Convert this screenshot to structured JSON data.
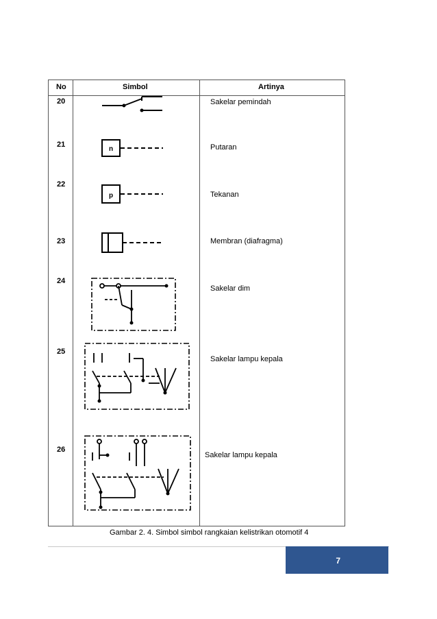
{
  "table": {
    "headers": {
      "no": "No",
      "simbol": "Simbol",
      "artinya": "Artinya"
    },
    "rows": [
      {
        "no": "20",
        "artinya": "Sakelar pemindah",
        "symbol_letter": ""
      },
      {
        "no": "21",
        "artinya": "Putaran",
        "symbol_letter": "n"
      },
      {
        "no": "22",
        "artinya": "Tekanan",
        "symbol_letter": "p"
      },
      {
        "no": "23",
        "artinya": "Membran (diafragma)",
        "symbol_letter": ""
      },
      {
        "no": "24",
        "artinya": "Sakelar dim",
        "symbol_letter": ""
      },
      {
        "no": "25",
        "artinya": "Sakelar lampu kepala",
        "symbol_letter": ""
      },
      {
        "no": "26",
        "artinya": "Sakelar lampu kepala",
        "symbol_letter": ""
      }
    ]
  },
  "caption": "Gambar 2. 4. Simbol simbol rangkaian kelistrikan otomotif 4",
  "page_number": "7",
  "colors": {
    "page_box": "#2f5690",
    "rule": "#c8c8c8"
  }
}
